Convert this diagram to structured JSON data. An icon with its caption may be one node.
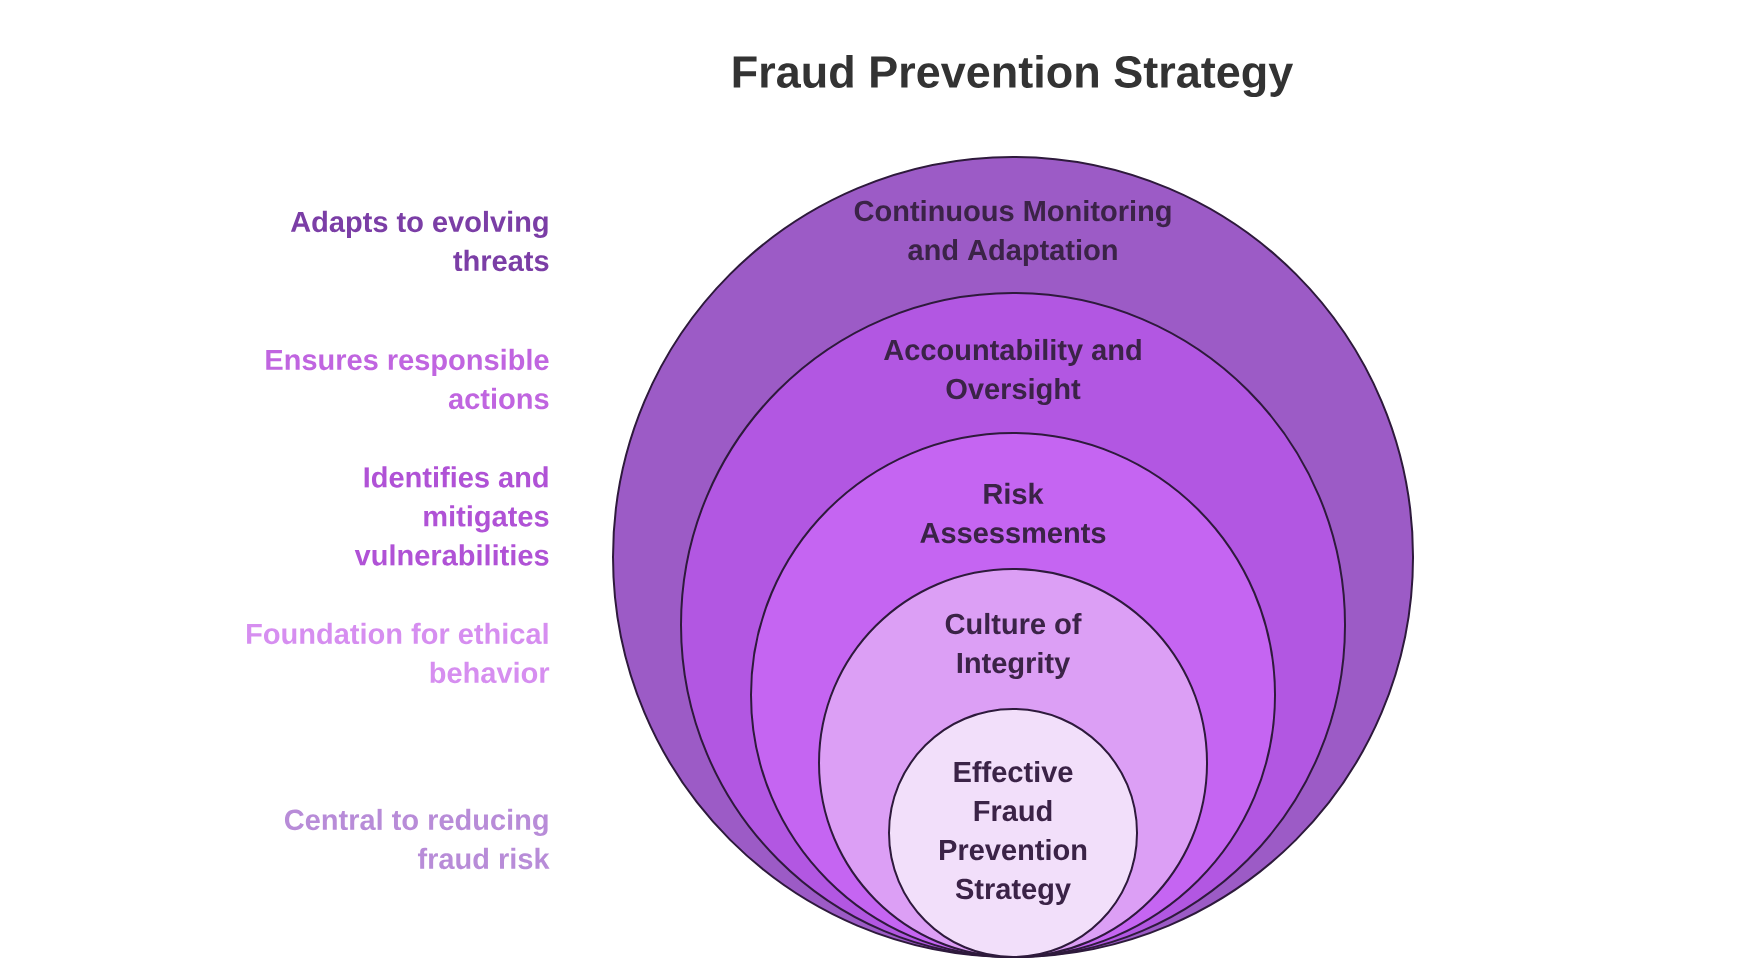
{
  "diagram": {
    "title": "Fraud Prevention Strategy",
    "nodes": [
      {
        "text": [
          "Continuous Monitoring and Adaptation"
        ]
      },
      {
        "text": [
          "Accountability and Oversight"
        ],
        "in": 0
      },
      {
        "text": [
          "Risk Assessments"
        ],
        "in": 1
      },
      {
        "text": [
          "Culture of Integrity"
        ],
        "in": 2
      },
      {
        "text": [
          "Effective Fraud Prevention Strategy"
        ],
        "in": 3
      }
    ],
    "labels": [
      "Adapts to evolving threats",
      "Ensures responsible actions",
      "Identifies and mitigates vulnerabilities",
      "Foundation for ethical behavior",
      "Central to reducing fraud risk"
    ]
  }
}
